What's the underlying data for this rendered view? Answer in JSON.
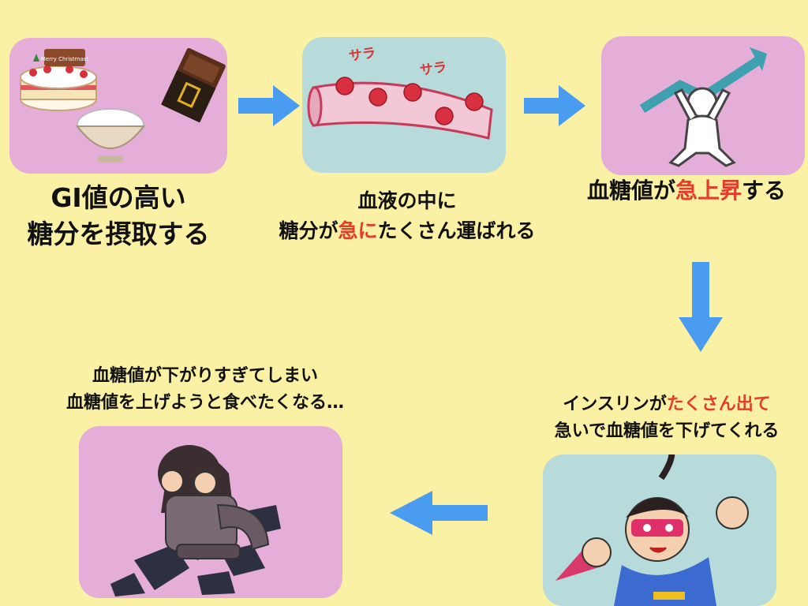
{
  "step1": {
    "line1": "GI値の高い",
    "line2": "糖分を摂取する",
    "cake_text": "Merry Christmas!"
  },
  "step2": {
    "line1": "血液の中に",
    "line2_a": "糖分が",
    "line2_red": "急に",
    "line2_b": "たくさん運ばれる",
    "sara1": "サラ",
    "sara2": "サラ"
  },
  "step3": {
    "a": "血糖値が",
    "red": "急上昇",
    "b": "する"
  },
  "step4": {
    "line1_a": "インスリンが",
    "line1_red": "たくさん出て",
    "line2": "急いで血糖値を下げてくれる"
  },
  "step5": {
    "line1": "血糖値が下がりすぎてしまい",
    "line2": "血糖値を上げようと食べたくなる…"
  },
  "colors": {
    "background": "#fbf1a4",
    "panel_pink": "#e5aed8",
    "panel_blue": "#b7dada",
    "arrow": "#4a9cf0",
    "emphasis": "#e63c2c"
  }
}
